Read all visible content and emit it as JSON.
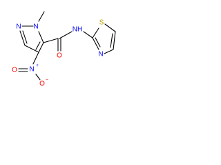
{
  "molecule": {
    "atoms": {
      "n1": "N",
      "n2": "N",
      "n_nitro": "N",
      "n_nitro_charge": "+",
      "o_nitro_a": "O",
      "o_nitro_b": "O",
      "o_nitro_b_charge": "−",
      "o_amide": "O",
      "nh": "NH",
      "n_thiazole": "N",
      "s_thiazole": "S"
    },
    "colors": {
      "nitrogen": "#0000ff",
      "oxygen": "#ff0000",
      "sulfur": "#b8a000",
      "bond": "#000000"
    }
  }
}
